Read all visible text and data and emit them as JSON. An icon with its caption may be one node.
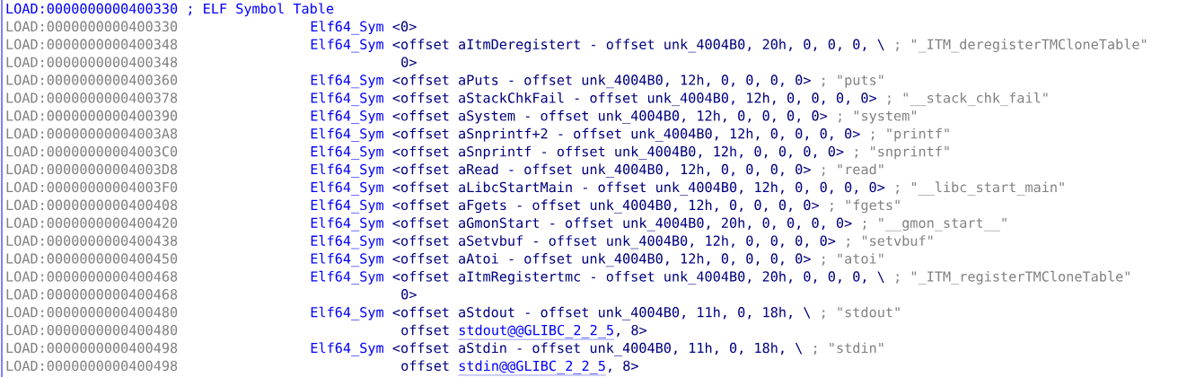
{
  "diagram": {
    "labels": [
      "LOAD:0000000000400330",
      "; ELF Symbol Table",
      "LOAD:0000000000400330",
      "Elf64_Sym",
      "<0>",
      "LOAD:0000000000400348",
      "Elf64_Sym",
      "<offset aItmDeregistert - offset unk_4004B0, 20h, 0, 0, 0, \\",
      "; \"_ITM_deregisterTMCloneTable\"",
      "LOAD:0000000000400348",
      "0>",
      "LOAD:0000000000400360",
      "Elf64_Sym",
      "<offset aPuts - offset unk_4004B0, 12h, 0, 0, 0, 0>",
      "; \"puts\"",
      "LOAD:0000000000400378",
      "Elf64_Sym",
      "<offset aStackChkFail - offset unk_4004B0, 12h, 0, 0, 0, 0>",
      "; \"__stack_chk_fail\"",
      "LOAD:0000000000400390",
      "Elf64_Sym",
      "<offset aSystem - offset unk_4004B0, 12h, 0, 0, 0, 0>",
      "; \"system\"",
      "LOAD:00000000004003A8",
      "Elf64_Sym",
      "<offset aSnprintf+2 - offset unk_4004B0, 12h, 0, 0, 0, 0>",
      "; \"printf\"",
      "LOAD:00000000004003C0",
      "Elf64_Sym",
      "<offset aSnprintf - offset unk_4004B0, 12h, 0, 0, 0, 0>",
      "; \"snprintf\"",
      "LOAD:00000000004003D8",
      "Elf64_Sym",
      "<offset aRead - offset unk_4004B0, 12h, 0, 0, 0, 0>",
      "; \"read\"",
      "LOAD:00000000004003F0",
      "Elf64_Sym",
      "<offset aLibcStartMain - offset unk_4004B0, 12h, 0, 0, 0, 0>",
      "; \"__libc_start_main\"",
      "LOAD:0000000000400408",
      "Elf64_Sym",
      "<offset aFgets - offset unk_4004B0, 12h, 0, 0, 0, 0>",
      "; \"fgets\"",
      "LOAD:0000000000400420",
      "Elf64_Sym",
      "<offset aGmonStart - offset unk_4004B0, 20h, 0, 0, 0, 0>",
      "; \"__gmon_start__\"",
      "LOAD:0000000000400438",
      "Elf64_Sym",
      "<offset aSetvbuf - offset unk_4004B0, 12h, 0, 0, 0, 0>",
      "; \"setvbuf\"",
      "LOAD:0000000000400450",
      "Elf64_Sym",
      "<offset aAtoi - offset unk_4004B0, 12h, 0, 0, 0, 0>",
      "; \"atoi\"",
      "LOAD:0000000000400468",
      "Elf64_Sym",
      "<offset aItmRegistertmc - offset unk_4004B0, 20h, 0, 0, 0, \\",
      "; \"_ITM_registerTMCloneTable\"",
      "LOAD:0000000000400468",
      "0>",
      "LOAD:0000000000400480",
      "Elf64_Sym",
      "<offset aStdout - offset unk_4004B0, 11h, 0, 18h, \\",
      "; \"stdout\"",
      "LOAD:0000000000400480",
      "offset",
      "stdout@@GLIBC_2_2_5",
      ", 8>",
      "LOAD:0000000000400498",
      "Elf64_Sym",
      "<offset aStdin - offset unk_4004B0, 11h, 0, 18h, \\",
      "; \"stdin\"",
      "LOAD:0000000000400498",
      "offset",
      "stdin@@GLIBC_2_2_5",
      ", 8>"
    ]
  }
}
